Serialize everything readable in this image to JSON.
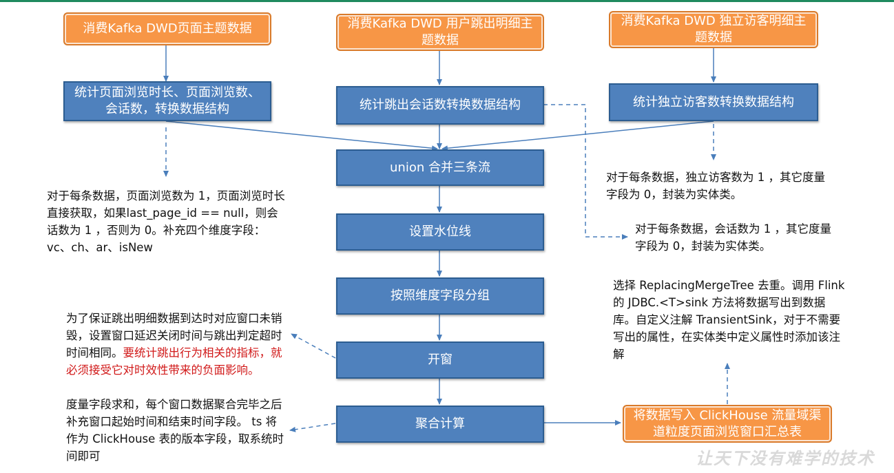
{
  "nodes": {
    "consume_page": "消费Kafka DWD页面主题数据",
    "consume_jump": "消费Kafka DWD 用户跳出明细主题数据",
    "consume_uv": "消费Kafka DWD 独立访客明细主题数据",
    "stat_page": "统计页面浏览时长、页面浏览数、会话数，转换数据结构",
    "stat_jump": "统计跳出会话数转换数据结构",
    "stat_uv": "统计独立访客数转换数据结构",
    "union": "union 合并三条流",
    "watermark": "设置水位线",
    "group": "按照维度字段分组",
    "window": "开窗",
    "aggregate": "聚合计算",
    "write": "将数据写入 ClickHouse 流量域渠道粒度页面浏览窗口汇总表"
  },
  "notes": {
    "page_note": "对于每条数据，页面浏览数为 1，页面浏览时长直接获取，如果last_page_id == null，则会话数为 1 ，否则为 0。补充四个维度字段：vc、ch、ar、isNew",
    "uv_note": "对于每条数据，独立访客数为 1 ，其它度量字段为 0，封装为实体类。",
    "jump_note": "对于每条数据，会话数为 1 ，其它度量字段为 0，封装为实体类。",
    "window_note": "为了保证跳出明细数据到达时对应窗口未销毁，设置窗口延迟关闭时间与跳出判定超时时间相同。",
    "window_warning": "要统计跳出行为相关的指标，就必须接受它对时效性带来的负面影响。",
    "agg_note": "度量字段求和，每个窗口数据聚合完毕之后补充窗口起始时间和结束时间字段。 ts 将作为 ClickHouse 表的版本字段，取系统时间即可",
    "write_note": "选择 ReplacingMergeTree 去重。调用 Flink 的 JDBC.<T>sink 方法将数据写出到数据库。自定义注解 TransientSink，对于不需要写出的属性，在实体类中定义属性时添加该注解"
  },
  "watermark_text": "让天下没有难学的技术",
  "colors": {
    "source_fill": "#f79646",
    "process_fill": "#4f81bd",
    "arrow": "#4a7ebb",
    "warning_text": "#d11a1a"
  }
}
